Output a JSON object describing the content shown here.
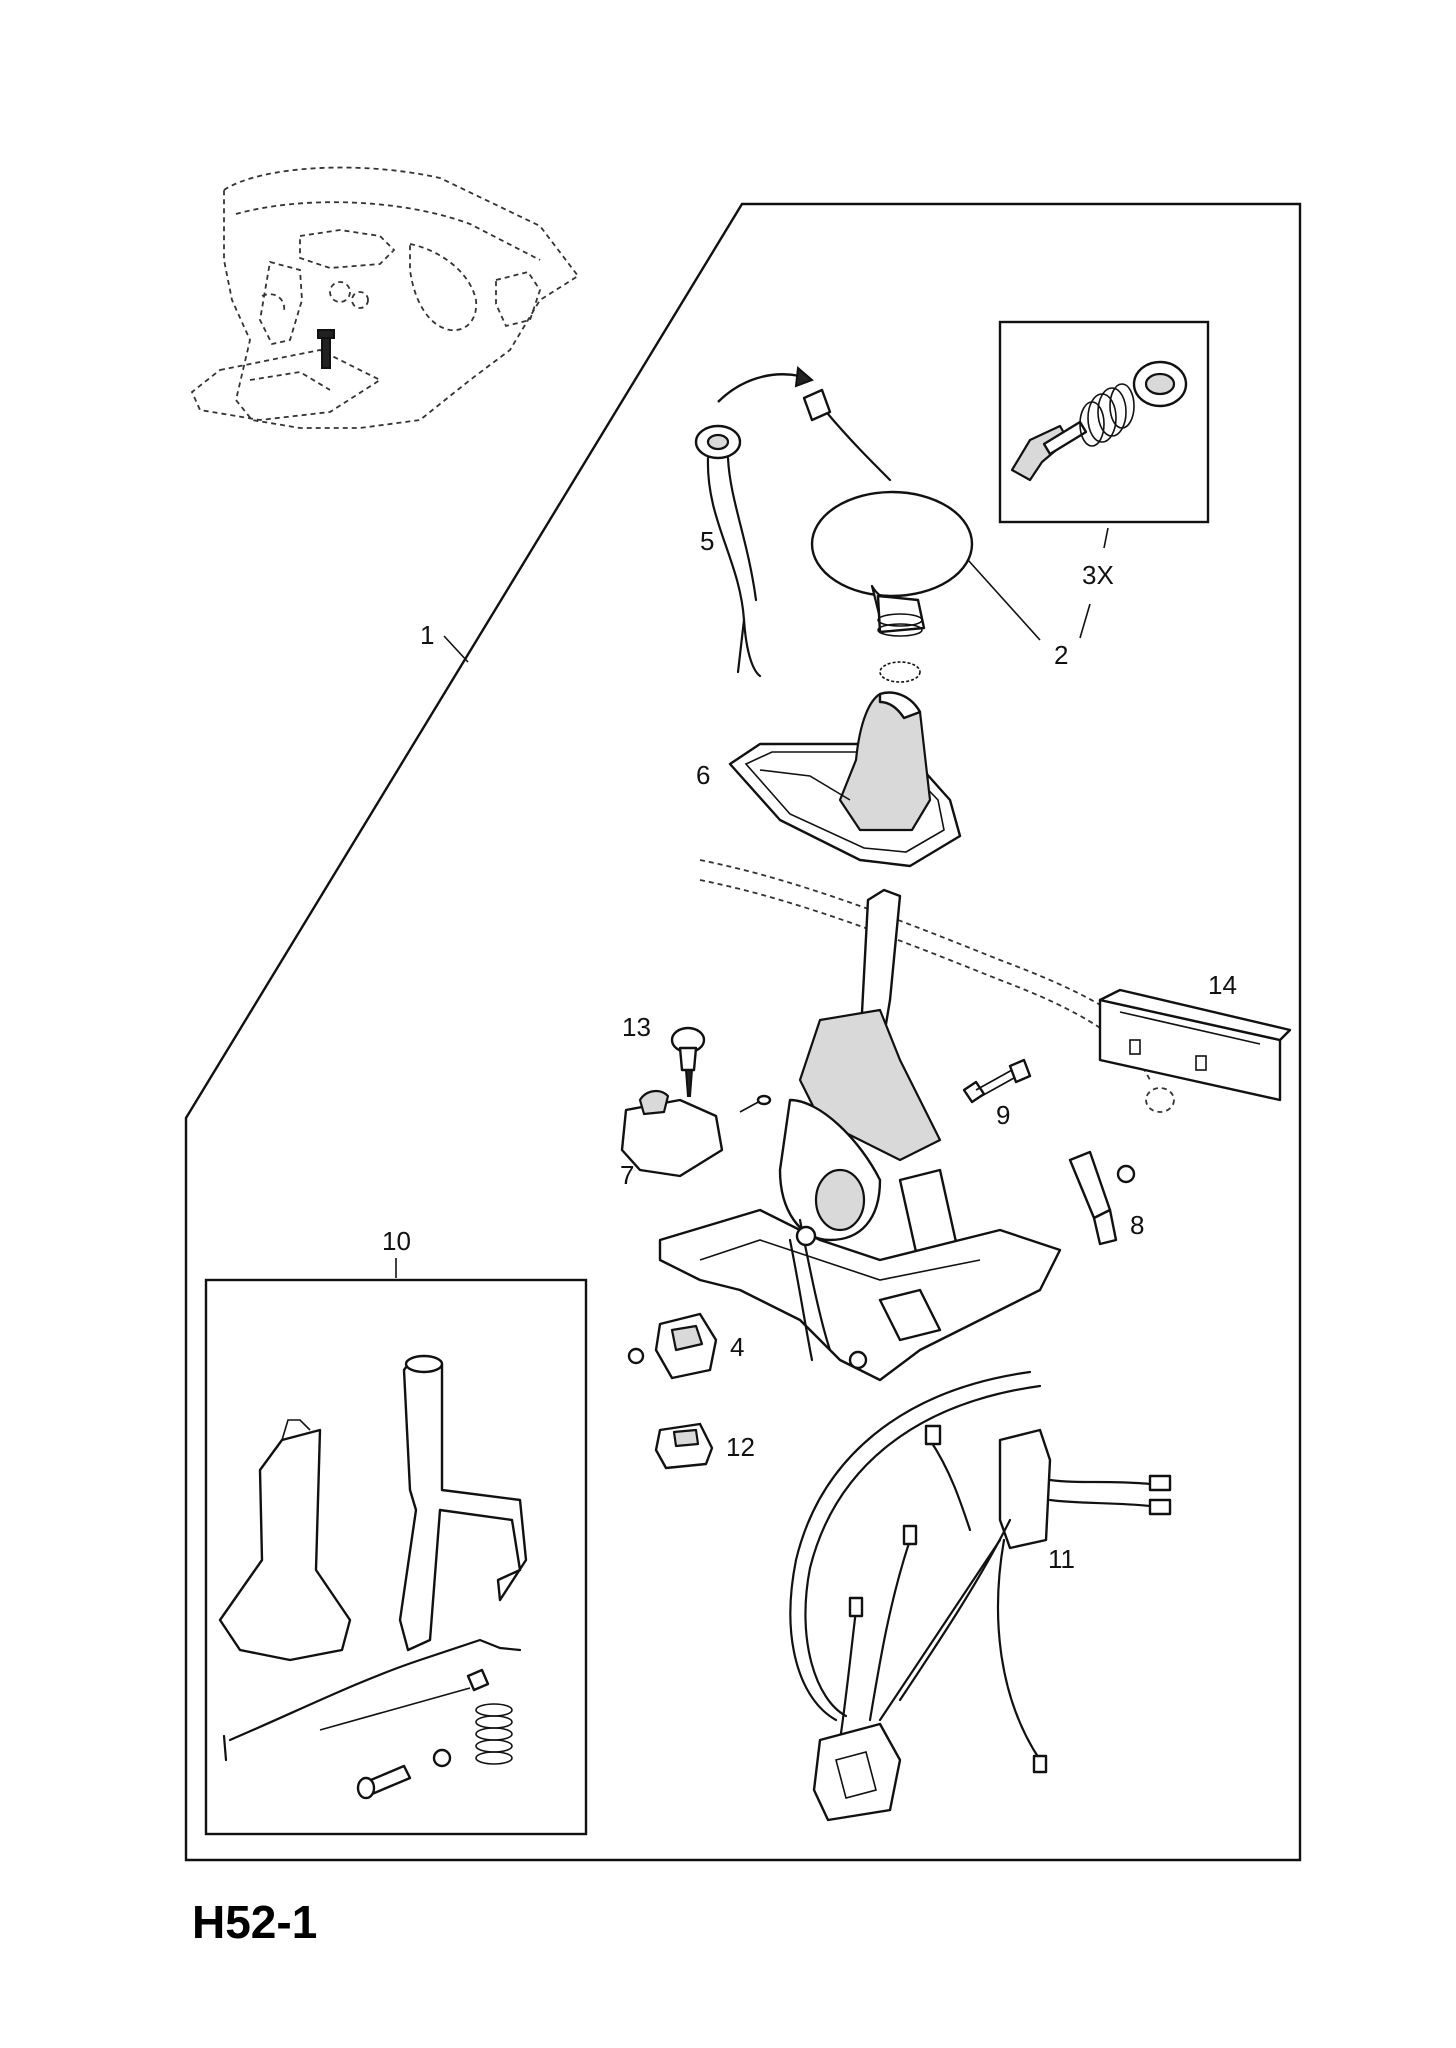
{
  "diagram_ref": "H52-1",
  "callouts": {
    "c1": "1",
    "c2": "2",
    "c3x": "3X",
    "c4": "4",
    "c5": "5",
    "c6": "6",
    "c7": "7",
    "c8": "8",
    "c9": "9",
    "c10": "10",
    "c11": "11",
    "c12": "12",
    "c13": "13",
    "c14": "14"
  }
}
